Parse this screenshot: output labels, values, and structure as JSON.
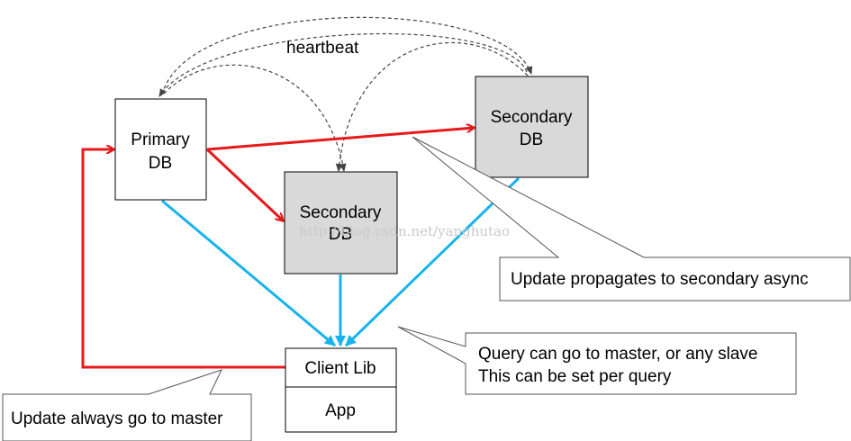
{
  "colors": {
    "write_path": "#e8191b",
    "read_path": "#18b3ec",
    "heartbeat": "#444444",
    "secondary_fill": "#d9d9d9",
    "node_fill": "#ffffff",
    "border": "#000000",
    "callout_border": "#555555",
    "watermark": "#c9c9c9"
  },
  "heartbeat_label": "heartbeat",
  "nodes": {
    "primary": {
      "line1": "Primary",
      "line2": "DB"
    },
    "secondary_left": {
      "line1": "Secondary",
      "line2": "DB"
    },
    "secondary_right": {
      "line1": "Secondary",
      "line2": "DB"
    },
    "client_lib": "Client Lib",
    "app": "App"
  },
  "callouts": {
    "propagate": "Update propagates to secondary async",
    "query_line1": "Query can go to master, or any slave",
    "query_line2": "This can be set per query",
    "update": "Update always go to master"
  },
  "watermark": "http://blog.csdn.net/yanghutao"
}
